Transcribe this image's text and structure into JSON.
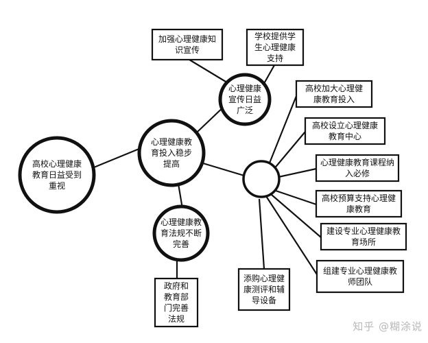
{
  "nodes": {
    "root": "高校心理健康\n教育日益受到\n重视",
    "investment": "心理健康教\n育投入稳步\n提高",
    "publicity": "心理健康\n宣传日益\n广泛",
    "regulation": "心理健康教\n育法规不断\n完善",
    "hub": ""
  },
  "leaves": {
    "strengthen_publicity": "加强心理健康知\n识宣传",
    "school_provide": "学校提供学\n生心理健康\n支持",
    "gov_regulation": "政府和\n教育部\n门完善\n法规",
    "increase_investment": "高校加大心理健\n康教育投入",
    "center": "高校设立心理健康\n教育中心",
    "curriculum": "心理健康教育课程纳\n入必修",
    "budget": "高校预算支持心理健\n康教育",
    "venue": "建设专业心理健康教\n育场所",
    "team": "组建专业心理健康教\n师团队",
    "equipment": "添购心理健\n康测评和辅\n导设备"
  },
  "watermark": "知乎 @糊涂说",
  "colors": {
    "stroke": "#111111",
    "fill": "#ffffff"
  }
}
